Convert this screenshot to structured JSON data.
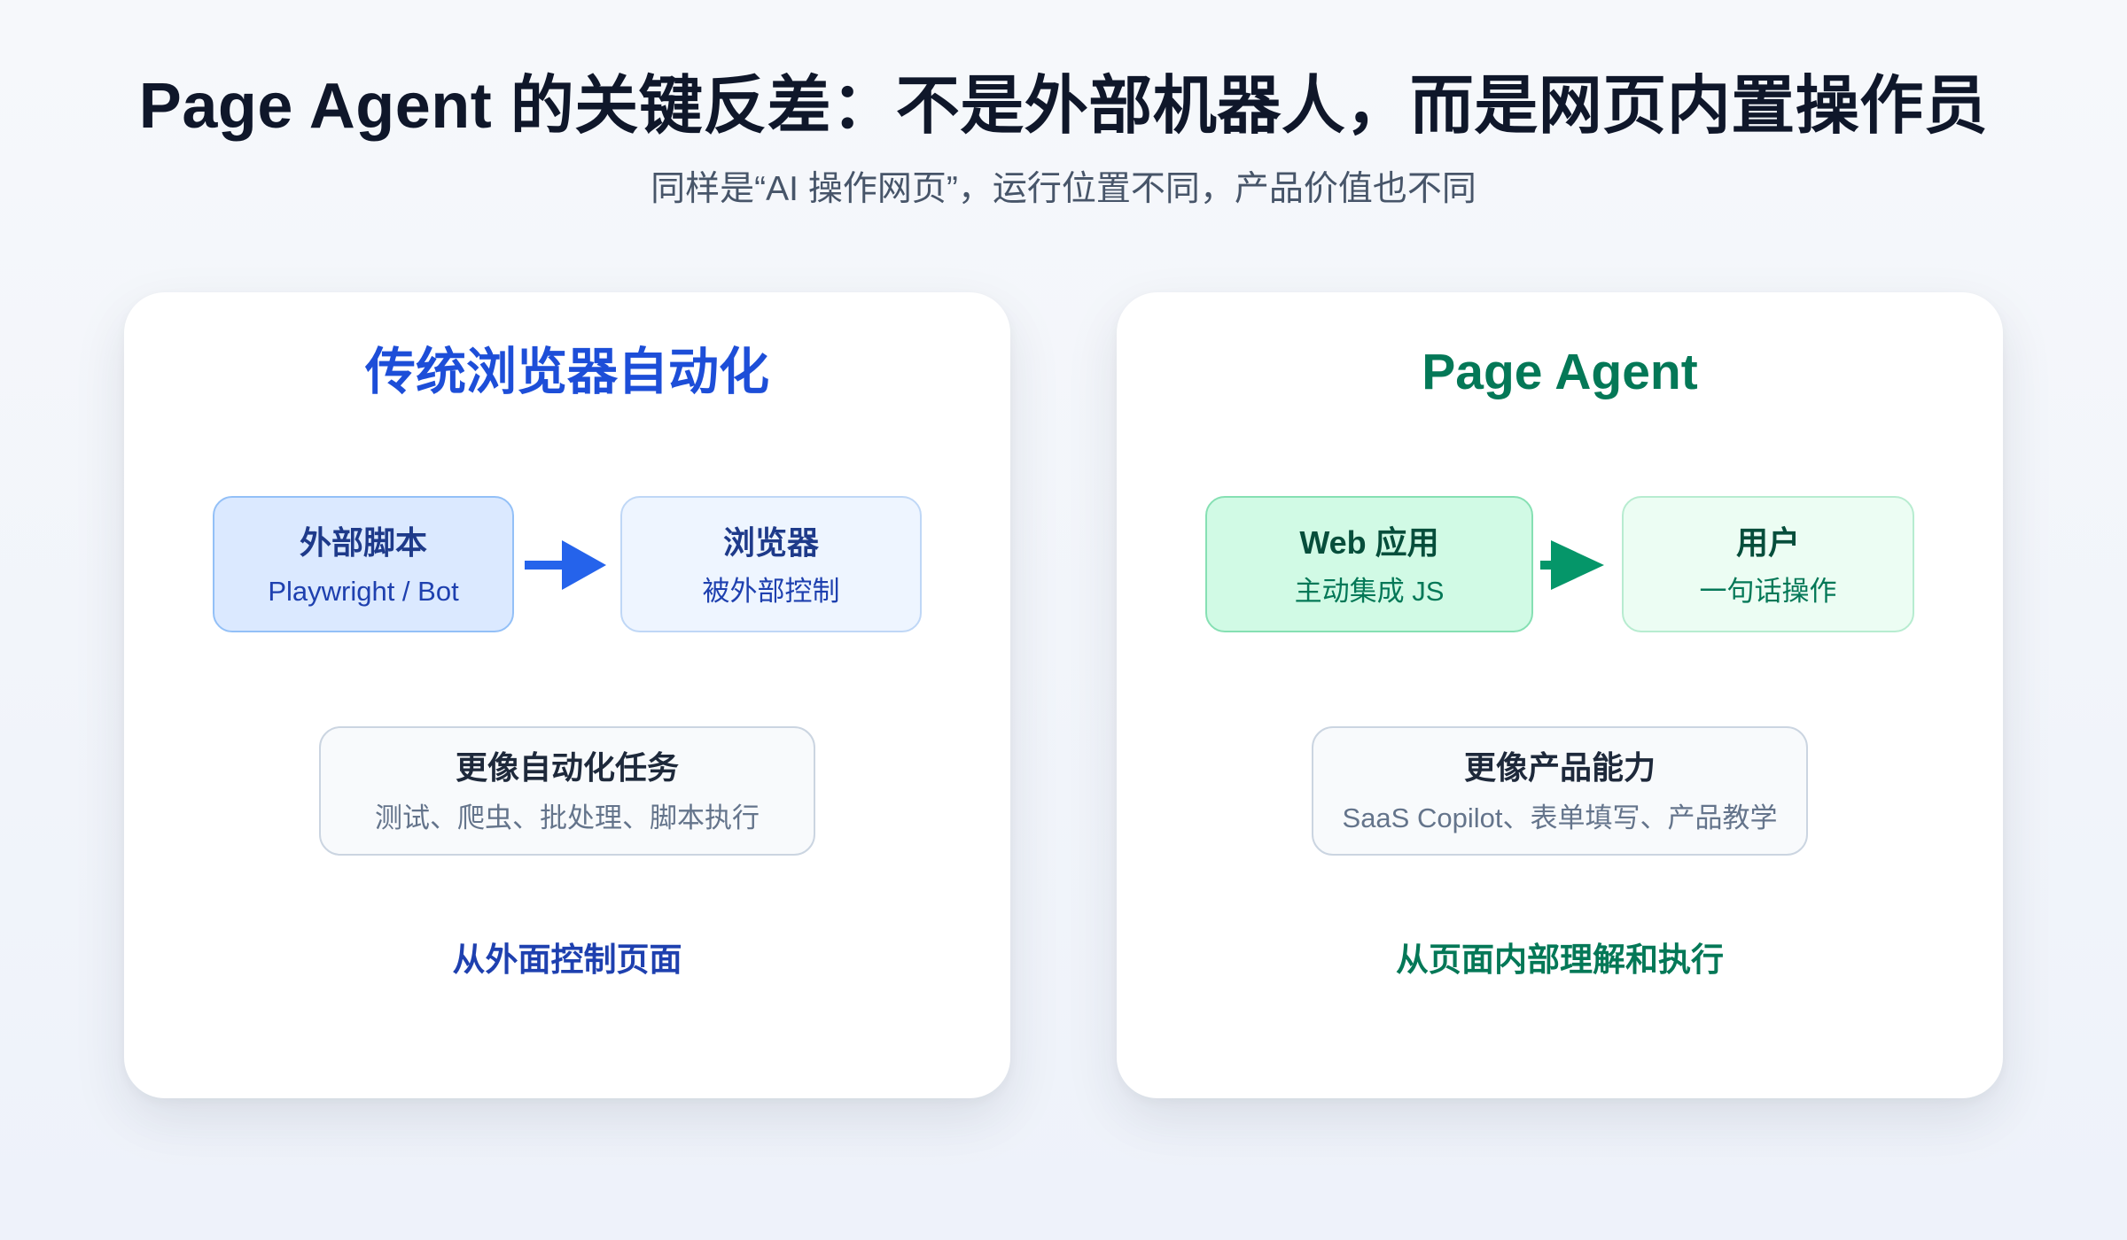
{
  "header": {
    "title": "Page Agent 的关键反差：不是外部机器人，而是网页内置操作员",
    "subtitle": "同样是“AI 操作网页”，运行位置不同，产品价值也不同"
  },
  "panels": {
    "traditional": {
      "title": "传统浏览器自动化",
      "accent_color": "#1d4ed8",
      "arrow_color": "#2563eb",
      "source": {
        "title": "外部脚本",
        "subtitle": "Playwright / Bot"
      },
      "target": {
        "title": "浏览器",
        "subtitle": "被外部控制"
      },
      "summary": {
        "title": "更像自动化任务",
        "subtitle": "测试、爬虫、批处理、脚本执行"
      },
      "footer": "从外面控制页面"
    },
    "page_agent": {
      "title": "Page Agent",
      "accent_color": "#047857",
      "arrow_color": "#059669",
      "source": {
        "title": "Web 应用",
        "subtitle": "主动集成 JS"
      },
      "target": {
        "title": "用户",
        "subtitle": "一句话操作"
      },
      "summary": {
        "title": "更像产品能力",
        "subtitle": "SaaS Copilot、表单填写、产品教学"
      },
      "footer": "从页面内部理解和执行"
    }
  }
}
